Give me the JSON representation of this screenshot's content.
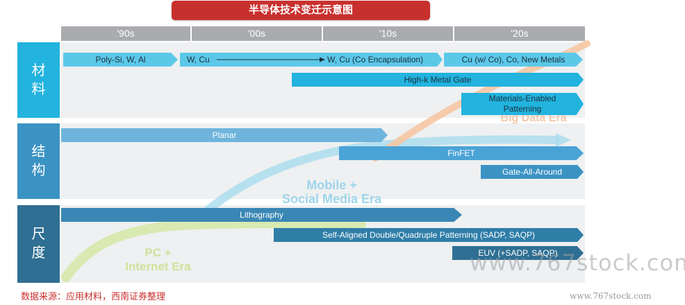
{
  "title": "半导体技术变迁示意图",
  "decades": [
    "'90s",
    "'00s",
    "'10s",
    "'20s"
  ],
  "rows": [
    {
      "label": "材料",
      "lines": [
        "材",
        "料"
      ]
    },
    {
      "label": "结构",
      "lines": [
        "结",
        "构"
      ]
    },
    {
      "label": "尺度",
      "lines": [
        "尺",
        "度"
      ]
    }
  ],
  "materials": {
    "poly": "Poly-Si, W, Al",
    "wcu": "W, Cu",
    "wcu_co": "W, Cu (Co Encapsulation)",
    "cu_co": "Cu (w/ Co), Co, New Metals",
    "hkmg": "High-k Metal Gate",
    "materials_enabled_1": "Materials-Enabled",
    "materials_enabled_2": "Patterning"
  },
  "structure": {
    "planar": "Planar",
    "finfet": "FinFET",
    "gaa": "Gate-All-Around"
  },
  "scale": {
    "litho": "Lithography",
    "sadp": "Self-Aligned Double/Quadruple Patterning (SADP, SAQP)",
    "euv": "EUV (+SADP, SAQP)"
  },
  "eras": {
    "pc_1": "PC +",
    "pc_2": "Internet Era",
    "mobile_1": "Mobile +",
    "mobile_2": "Social Media Era",
    "bigdata": "Big Data Era"
  },
  "source": "数据来源：应用材料，西南证券整理",
  "watermark": "www.767stock.com",
  "watermark_small": "www.767stock.com",
  "colors": {
    "title_bg": "#c8302e",
    "materials": "#22b3de",
    "structure": "#3b93c4",
    "scale": "#2f6f93",
    "pc_era": "#d4e8a6",
    "mobile_era": "#a9dcef",
    "bigdata_era": "#f6c6a3"
  }
}
